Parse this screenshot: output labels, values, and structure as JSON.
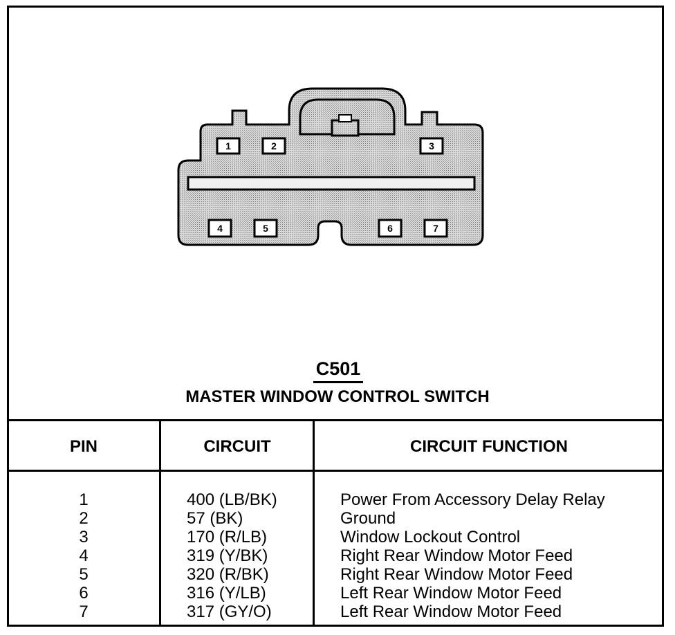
{
  "connector": {
    "id": "C501",
    "name": "MASTER WINDOW CONTROL SWITCH",
    "pin_labels": [
      "1",
      "2",
      "3",
      "4",
      "5",
      "6",
      "7"
    ]
  },
  "table": {
    "headers": {
      "pin": "PIN",
      "circuit": "CIRCUIT",
      "function": "CIRCUIT FUNCTION"
    },
    "rows": [
      {
        "pin": "1",
        "circuit": "400 (LB/BK)",
        "function": "Power From Accessory Delay Relay"
      },
      {
        "pin": "2",
        "circuit": "57 (BK)",
        "function": "Ground"
      },
      {
        "pin": "3",
        "circuit": "170 (R/LB)",
        "function": "Window Lockout Control"
      },
      {
        "pin": "4",
        "circuit": "319 (Y/BK)",
        "function": "Right Rear Window Motor Feed"
      },
      {
        "pin": "5",
        "circuit": "320 (R/BK)",
        "function": "Right Rear Window Motor Feed"
      },
      {
        "pin": "6",
        "circuit": "316 (Y/LB)",
        "function": "Left Rear Window Motor Feed"
      },
      {
        "pin": "7",
        "circuit": "317 (GY/O)",
        "function": "Left Rear Window Motor Feed"
      }
    ]
  },
  "colors": {
    "line": "#000000",
    "connector_fill": "#c8c8c8",
    "background": "#ffffff"
  }
}
